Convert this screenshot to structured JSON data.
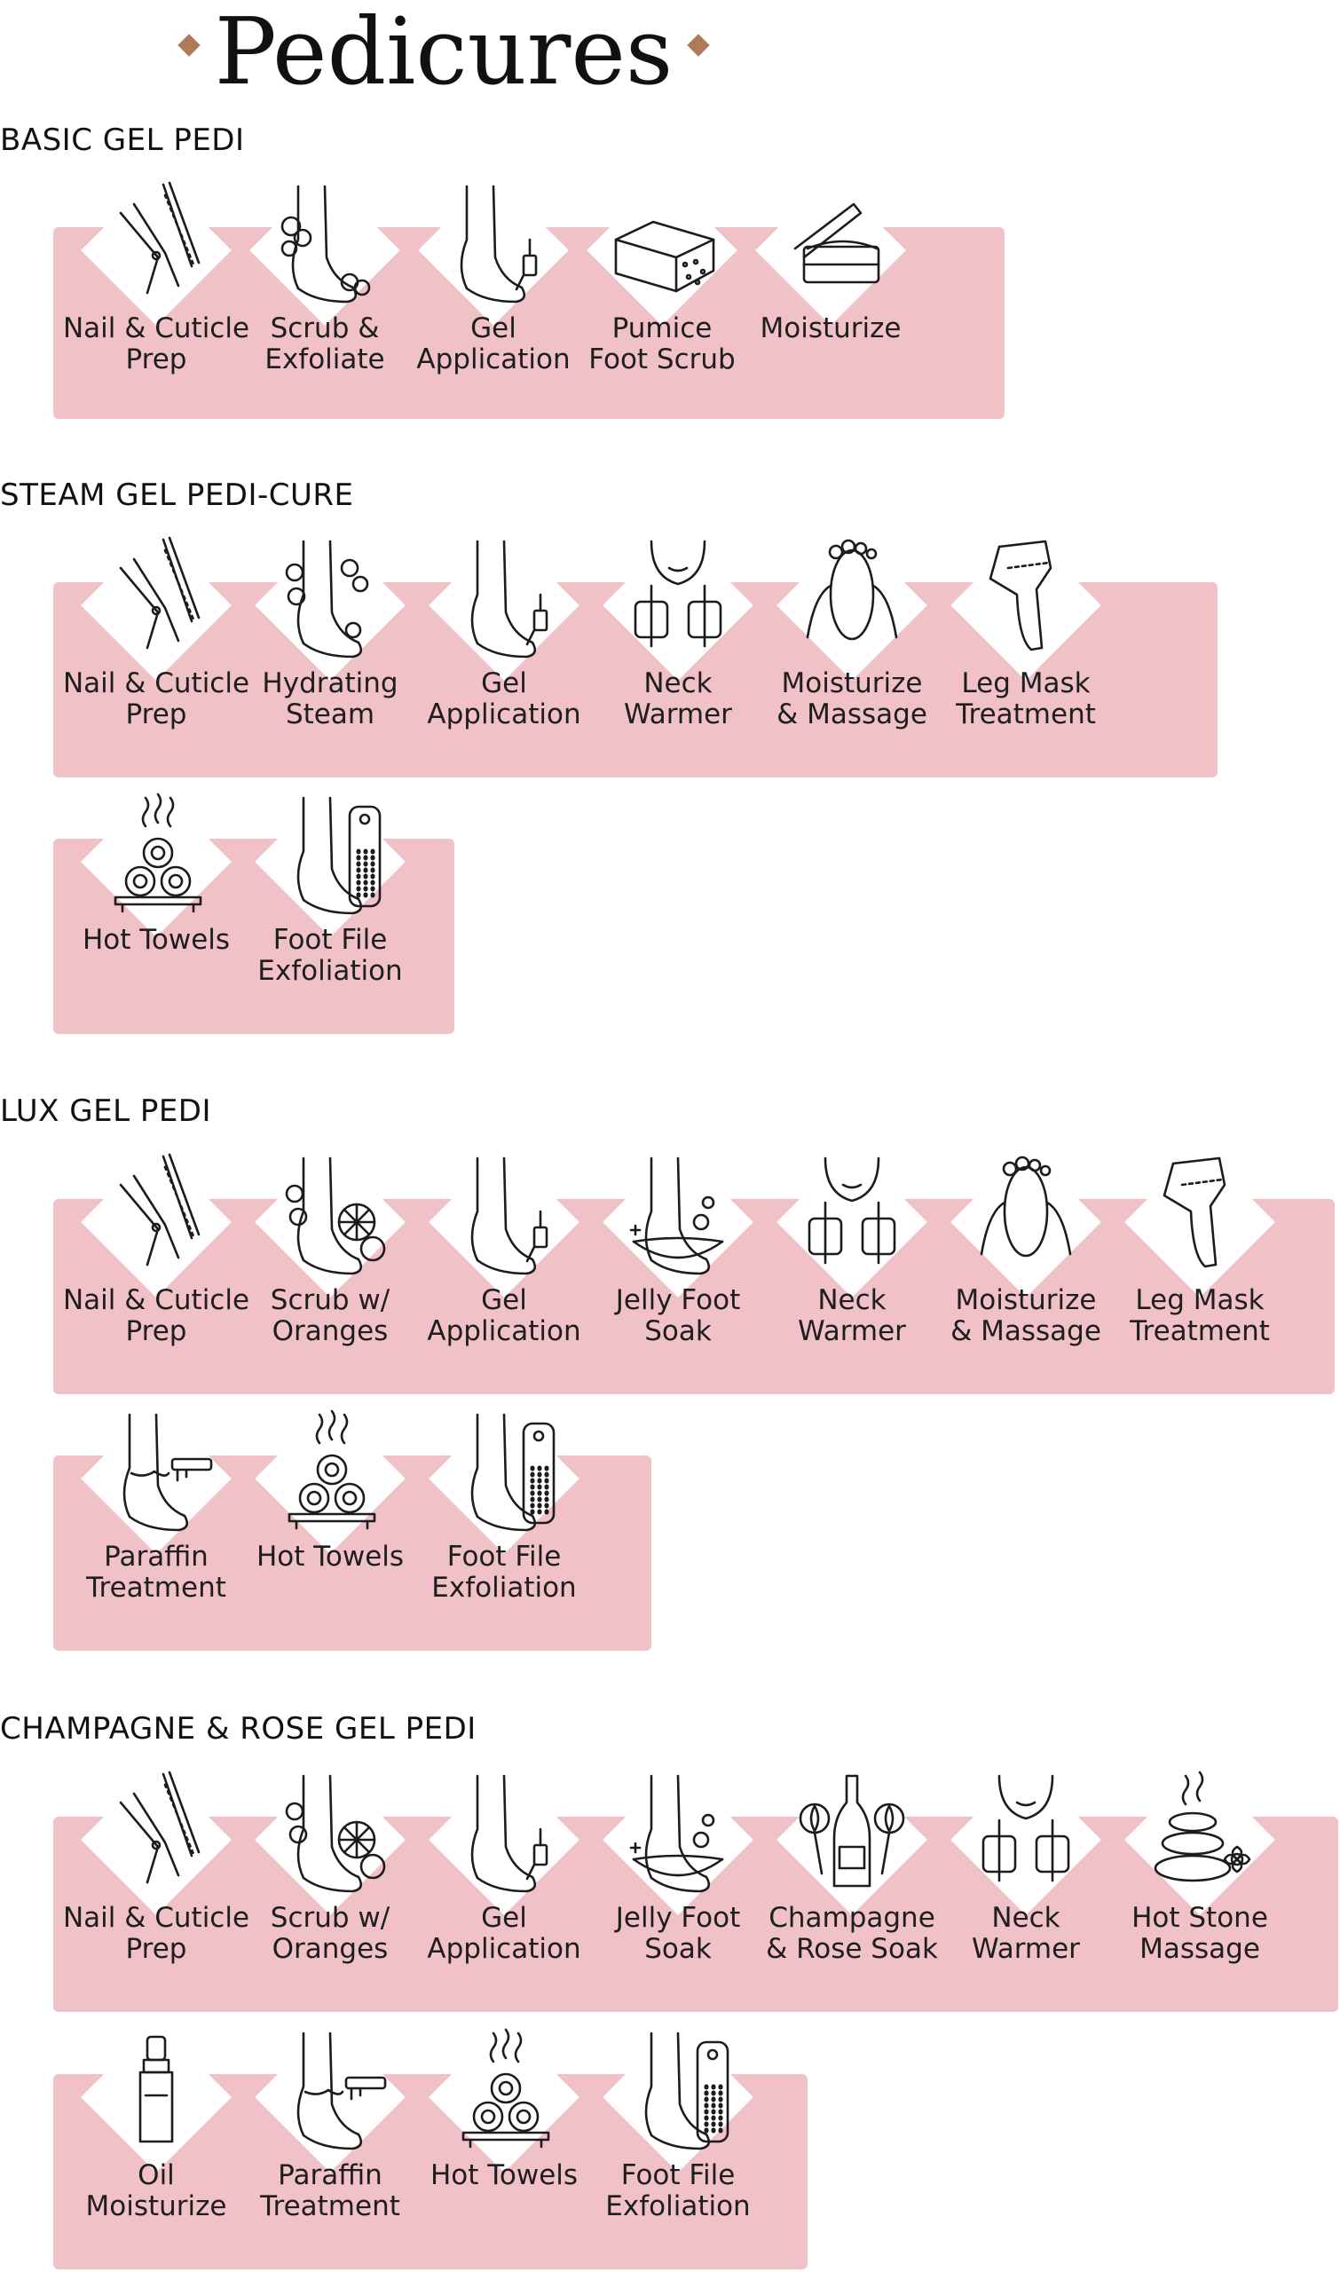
{
  "page": {
    "title": "Pedicures"
  },
  "colors": {
    "panel": "#f1c1c8",
    "accent": "#b07a5a",
    "ink": "#1c1c1c"
  },
  "sections": [
    {
      "title": "BASIC GEL PEDI",
      "rows": [
        [
          {
            "icon": "nail-tools-icon",
            "lines": [
              "Nail & Cuticle",
              "Prep"
            ]
          },
          {
            "icon": "foot-scrub-icon",
            "lines": [
              "Scrub &",
              "Exfoliate"
            ]
          },
          {
            "icon": "nail-polish-foot-icon",
            "lines": [
              "Gel",
              "Application"
            ]
          },
          {
            "icon": "pumice-stone-icon",
            "lines": [
              "Pumice",
              "Foot Scrub"
            ]
          },
          {
            "icon": "cream-jar-icon",
            "lines": [
              "Moisturize"
            ]
          }
        ]
      ]
    },
    {
      "title": "STEAM GEL PEDI-CURE",
      "rows": [
        [
          {
            "icon": "nail-tools-icon",
            "lines": [
              "Nail & Cuticle",
              "Prep"
            ]
          },
          {
            "icon": "steam-foot-icon",
            "lines": [
              "Hydrating",
              "Steam"
            ]
          },
          {
            "icon": "nail-polish-foot-icon",
            "lines": [
              "Gel",
              "Application"
            ]
          },
          {
            "icon": "neck-warmer-icon",
            "lines": [
              "Neck",
              "Warmer"
            ]
          },
          {
            "icon": "foot-massage-icon",
            "lines": [
              "Moisturize",
              "& Massage"
            ]
          },
          {
            "icon": "leg-mask-icon",
            "lines": [
              "Leg Mask",
              "Treatment"
            ]
          }
        ],
        [
          {
            "icon": "hot-towels-icon",
            "lines": [
              "Hot Towels"
            ]
          },
          {
            "icon": "foot-file-icon",
            "lines": [
              "Foot File",
              "Exfoliation"
            ]
          }
        ]
      ]
    },
    {
      "title": "LUX GEL PEDI",
      "rows": [
        [
          {
            "icon": "nail-tools-icon",
            "lines": [
              "Nail & Cuticle",
              "Prep"
            ]
          },
          {
            "icon": "orange-scrub-icon",
            "lines": [
              "Scrub w/",
              "Oranges"
            ]
          },
          {
            "icon": "nail-polish-foot-icon",
            "lines": [
              "Gel",
              "Application"
            ]
          },
          {
            "icon": "jelly-soak-icon",
            "lines": [
              "Jelly Foot",
              "Soak"
            ]
          },
          {
            "icon": "neck-warmer-icon",
            "lines": [
              "Neck",
              "Warmer"
            ]
          },
          {
            "icon": "foot-massage-icon",
            "lines": [
              "Moisturize",
              "& Massage"
            ]
          },
          {
            "icon": "leg-mask-icon",
            "lines": [
              "Leg Mask",
              "Treatment"
            ]
          }
        ],
        [
          {
            "icon": "paraffin-icon",
            "lines": [
              "Paraffin",
              "Treatment"
            ]
          },
          {
            "icon": "hot-towels-icon",
            "lines": [
              "Hot Towels"
            ]
          },
          {
            "icon": "foot-file-icon",
            "lines": [
              "Foot File",
              "Exfoliation"
            ]
          }
        ]
      ]
    },
    {
      "title": "CHAMPAGNE & ROSE GEL PEDI",
      "rows": [
        [
          {
            "icon": "nail-tools-icon",
            "lines": [
              "Nail & Cuticle",
              "Prep"
            ]
          },
          {
            "icon": "orange-scrub-icon",
            "lines": [
              "Scrub w/",
              "Oranges"
            ]
          },
          {
            "icon": "nail-polish-foot-icon",
            "lines": [
              "Gel",
              "Application"
            ]
          },
          {
            "icon": "jelly-soak-icon",
            "lines": [
              "Jelly Foot",
              "Soak"
            ]
          },
          {
            "icon": "champagne-rose-icon",
            "lines": [
              "Champagne",
              "& Rose Soak"
            ]
          },
          {
            "icon": "neck-warmer-icon",
            "lines": [
              "Neck",
              "Warmer"
            ]
          },
          {
            "icon": "hot-stone-icon",
            "lines": [
              "Hot Stone",
              "Massage"
            ]
          }
        ],
        [
          {
            "icon": "oil-bottle-icon",
            "lines": [
              "Oil",
              "Moisturize"
            ]
          },
          {
            "icon": "paraffin-icon",
            "lines": [
              "Paraffin",
              "Treatment"
            ]
          },
          {
            "icon": "hot-towels-icon",
            "lines": [
              "Hot Towels"
            ]
          },
          {
            "icon": "foot-file-icon",
            "lines": [
              "Foot File",
              "Exfoliation"
            ]
          }
        ]
      ]
    }
  ]
}
